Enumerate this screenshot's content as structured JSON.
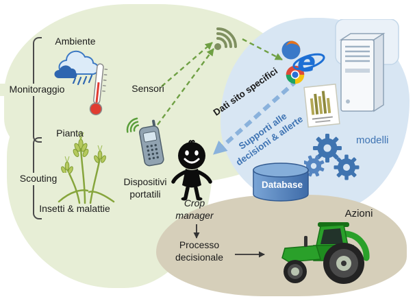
{
  "labels": {
    "ambiente": "Ambiente",
    "monitoraggio": "Monitoraggio",
    "pianta": "Pianta",
    "scouting": "Scouting",
    "insetti_malattie": "Insetti & malattie",
    "sensori": "Sensori",
    "dispositivi_portatili": "Dispositivi portatili",
    "dati_sito_specifici": "Dati sito specifici",
    "supporti_decisioni": "Supporti alle decisioni & allerte",
    "crop_manager": "Crop manager",
    "processo_decisionale": "Processo decisionale",
    "azioni": "Azioni",
    "modelli": "modelli",
    "database": "Database"
  },
  "colors": {
    "monitoring_region": "#e7eed6",
    "dss_region": "#d8e6f3",
    "action_region": "#d6cfba",
    "arrow_green": "#6fa044",
    "arrow_blue": "#8ab2dc",
    "text_blue": "#3f74b3",
    "database_blue": "#4a7fbb",
    "thermometer_red": "#e03c31"
  },
  "icons": {
    "cloud-rain-icon": "rain cloud",
    "thermometer-icon": "thermometer",
    "wheat-plant-icon": "wheat plant",
    "mobile-phone-icon": "mobile phone with signal",
    "wifi-signal-icon": "wireless signal",
    "browsers-icon": "web browser logos",
    "server-icon": "server tower",
    "wheat-logo-icon": "wheat logo card",
    "gears-icon": "model gears",
    "database-icon": "database cylinder",
    "crop-manager-icon": "person figure",
    "tractor-icon": "tractor"
  }
}
